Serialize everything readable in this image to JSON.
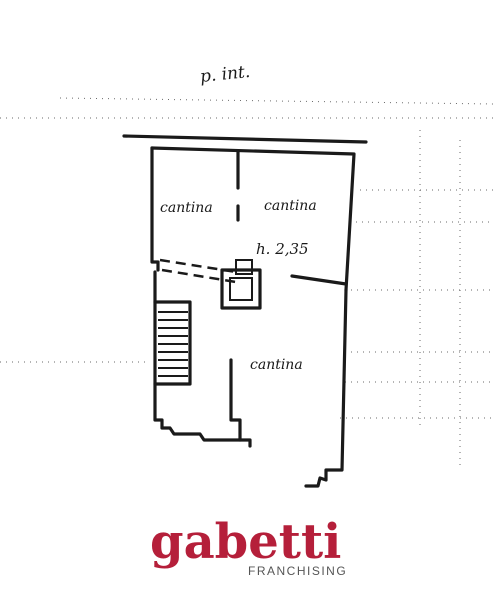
{
  "drawing": {
    "floor_label": "p. int.",
    "rooms": [
      {
        "label": "cantina"
      },
      {
        "label": "cantina"
      },
      {
        "label": "cantina"
      }
    ],
    "height_label": "h. 2,35",
    "ink_color": "#1a1a1a"
  },
  "brand": {
    "name": "gabetti",
    "subtitle": "FRANCHISING",
    "color": "#b51f3a",
    "subtitle_color": "#555555"
  }
}
